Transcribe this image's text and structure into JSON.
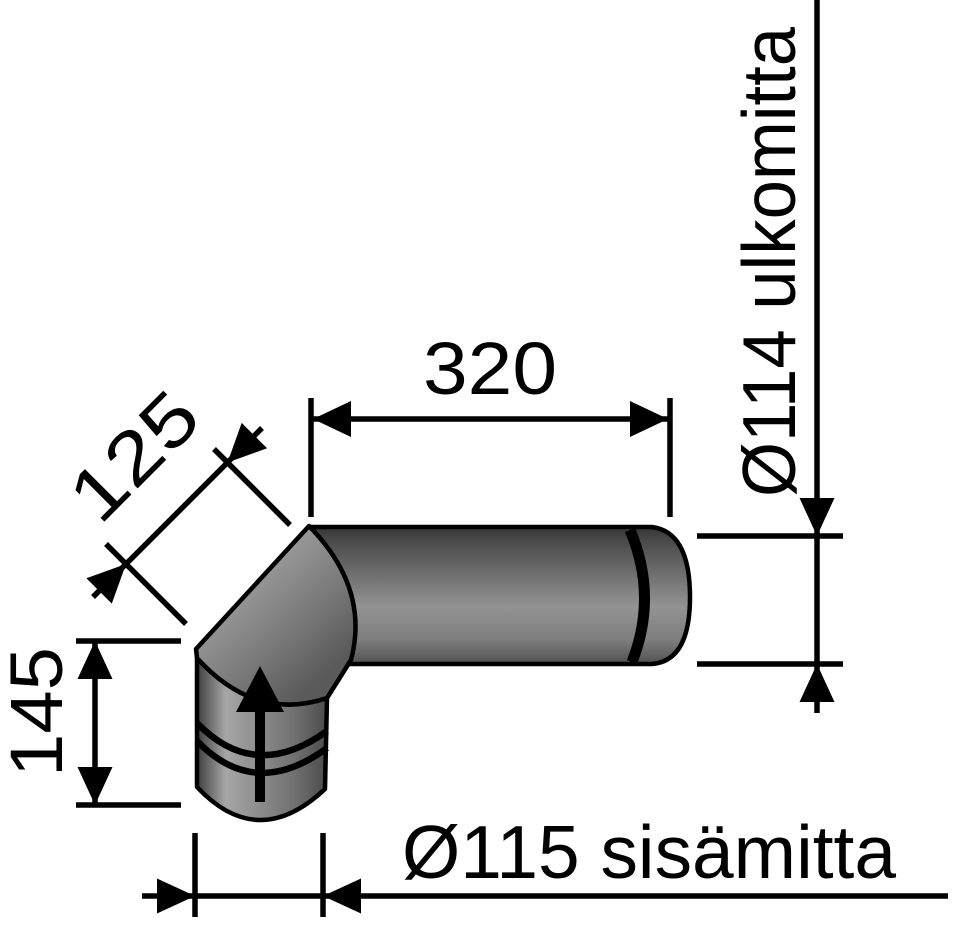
{
  "drawing": {
    "background_color": "#ffffff",
    "line_color": "#000000",
    "pipe_colors": {
      "shadow": "#3a3a3a",
      "midtone": "#8f8f8f",
      "highlight": "#a8a8a8"
    },
    "dimensions": {
      "top_length": "320",
      "elbow_length": "125",
      "left_height": "145",
      "outer_diameter": "Ø114 ulkomitta",
      "inner_diameter": "Ø115 sisämitta"
    }
  }
}
